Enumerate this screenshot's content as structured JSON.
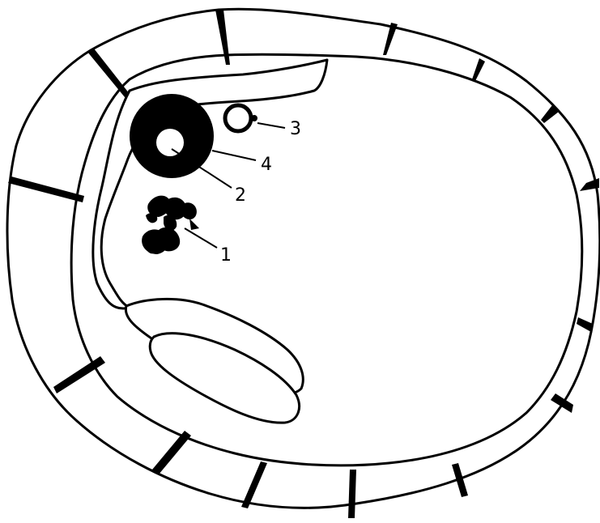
{
  "diagram": {
    "labels": {
      "l1": "1",
      "l2": "2",
      "l3": "3",
      "l4": "4"
    },
    "colors": {
      "ink": "#000000",
      "paper": "#ffffff"
    }
  }
}
